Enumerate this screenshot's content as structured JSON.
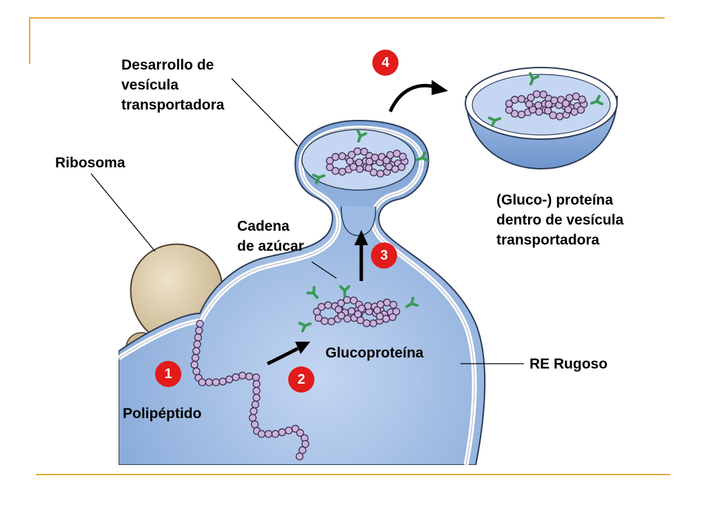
{
  "labels": {
    "vesicle_development": [
      "Desarrollo de",
      "vesícula",
      "transportadora"
    ],
    "ribosome": "Ribosoma",
    "sugar_chain": [
      "Cadena",
      "de azúcar"
    ],
    "glycoprotein": "Glucoproteína",
    "rough_er": "RE Rugoso",
    "polypeptide": "Polipéptido",
    "protein_in_vesicle": [
      "(Gluco-) proteína",
      "dentro de vesícula",
      "transportadora"
    ]
  },
  "steps": [
    "1",
    "2",
    "3",
    "4"
  ],
  "colors": {
    "frame": "#E5A937",
    "er_fill": "#93B4E0",
    "er_light": "#C4D6F1",
    "ribosome": "#DCCBA8",
    "bead": "#C9B3DA",
    "bead_stroke": "#3A2A4E",
    "sugar": "#3A9A55",
    "badge": "#E21B1B"
  }
}
